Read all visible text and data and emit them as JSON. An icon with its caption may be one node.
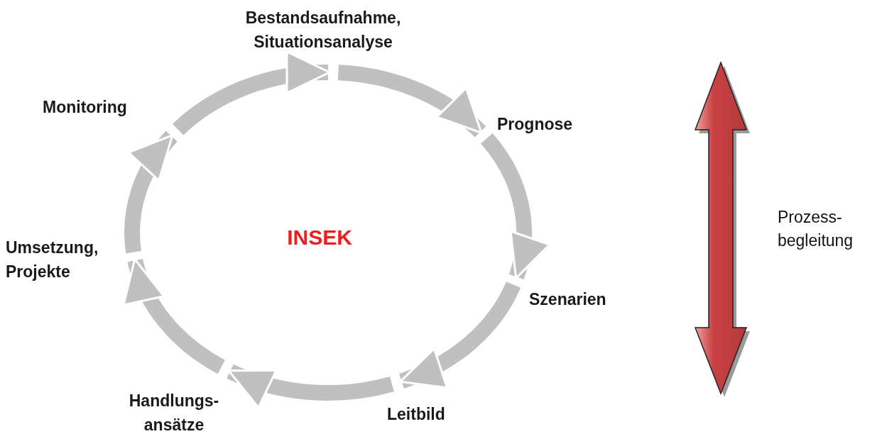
{
  "diagram": {
    "nodes": [
      {
        "text": [
          "Bestandsaufnahme, Situationsanalyse"
        ]
      },
      {
        "text": [
          "Prognose"
        ]
      },
      {
        "text": [
          "Szenarien"
        ]
      },
      {
        "text": [
          "Leitbild"
        ]
      },
      {
        "text": [
          "Handlungs- ansätze"
        ]
      },
      {
        "text": [
          "Umsetzung, Projekte"
        ]
      },
      {
        "text": [
          "Monitoring"
        ]
      }
    ],
    "edges": [
      {
        "from": 0,
        "to": 1,
        "arrow": "to"
      },
      {
        "from": 1,
        "to": 2,
        "arrow": "to"
      },
      {
        "from": 2,
        "to": 3,
        "arrow": "to"
      },
      {
        "from": 3,
        "to": 4,
        "arrow": "to"
      },
      {
        "from": 4,
        "to": 5,
        "arrow": "to"
      },
      {
        "from": 5,
        "to": 6,
        "arrow": "to"
      },
      {
        "from": 6,
        "to": 0,
        "arrow": "to"
      }
    ],
    "labels": [
      "INSEK",
      "Prozess- begleitung"
    ]
  }
}
